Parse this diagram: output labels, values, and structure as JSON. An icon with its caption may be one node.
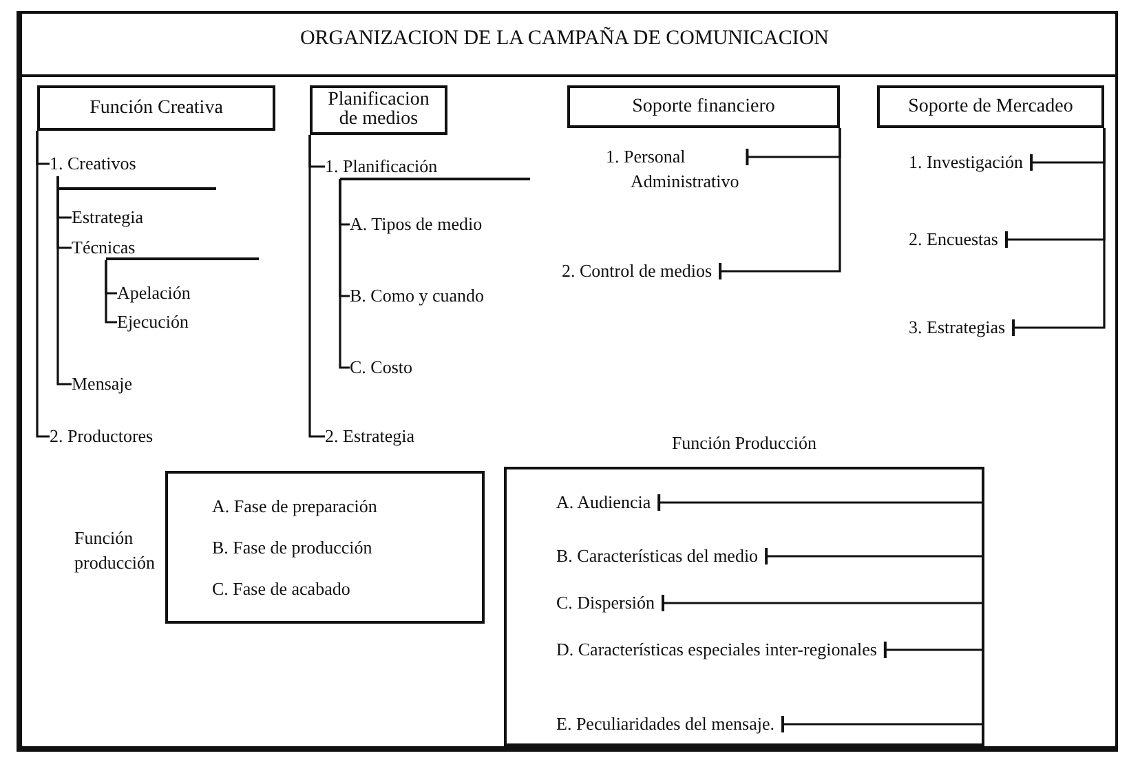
{
  "diagram": {
    "title": "ORGANIZACION DE LA CAMPAÑA DE COMUNICACION",
    "nodes": [
      {
        "text": [
          "Función Creativa"
        ]
      },
      {
        "text": [
          "1. Creativos"
        ]
      },
      {
        "text": [
          "Estrategia"
        ]
      },
      {
        "text": [
          "Técnicas"
        ]
      },
      {
        "text": [
          "Apelación"
        ]
      },
      {
        "text": [
          "Ejecución"
        ]
      },
      {
        "text": [
          "Mensaje"
        ]
      },
      {
        "text": [
          "2. Productores"
        ]
      },
      {
        "text": [
          "Planificacion de medios"
        ]
      },
      {
        "text": [
          "1. Planificación"
        ]
      },
      {
        "text": [
          "A. Tipos de medio"
        ]
      },
      {
        "text": [
          "B. Como y cuando"
        ]
      },
      {
        "text": [
          "C. Costo"
        ]
      },
      {
        "text": [
          "2. Estrategia"
        ]
      },
      {
        "text": [
          "Soporte financiero"
        ]
      },
      {
        "text": [
          "1. Personal Administrativo"
        ]
      },
      {
        "text": [
          "2. Control de medios"
        ]
      },
      {
        "text": [
          "Soporte de Mercadeo"
        ]
      },
      {
        "text": [
          "1. Investigación"
        ]
      },
      {
        "text": [
          "2. Encuestas"
        ]
      },
      {
        "text": [
          "3. Estrategias"
        ]
      },
      {
        "text": [
          "A. Fase de preparación",
          "B. Fase de producción",
          "C. Fase de acabado"
        ],
        "beside": [
          "Función producción"
        ]
      },
      {
        "text": [
          "Función Producción"
        ]
      },
      {
        "text": [
          "A. Audiencia"
        ],
        "in": 22
      },
      {
        "text": [
          "B. Características del medio"
        ],
        "in": 22
      },
      {
        "text": [
          "C. Dispersión"
        ],
        "in": 22
      },
      {
        "text": [
          "D. Características especiales inter-regionales"
        ],
        "in": 22
      },
      {
        "text": [
          "E. Peculiaridades del mensaje."
        ],
        "in": 22
      }
    ],
    "edges": [
      {
        "from": 0,
        "to": 1,
        "arrow": "none"
      },
      {
        "from": 1,
        "to": 2,
        "arrow": "none"
      },
      {
        "from": 1,
        "to": 3,
        "arrow": "none"
      },
      {
        "from": 3,
        "to": 4,
        "arrow": "none"
      },
      {
        "from": 3,
        "to": 5,
        "arrow": "none"
      },
      {
        "from": 1,
        "to": 6,
        "arrow": "none"
      },
      {
        "from": 0,
        "to": 7,
        "arrow": "none"
      },
      {
        "from": 8,
        "to": 9,
        "arrow": "none"
      },
      {
        "from": 9,
        "to": 10,
        "arrow": "none"
      },
      {
        "from": 9,
        "to": 11,
        "arrow": "none"
      },
      {
        "from": 9,
        "to": 12,
        "arrow": "none"
      },
      {
        "from": 8,
        "to": 13,
        "arrow": "none"
      },
      {
        "from": 14,
        "to": 15,
        "arrow": "other"
      },
      {
        "from": 14,
        "to": 16,
        "arrow": "other"
      },
      {
        "from": 17,
        "to": 18,
        "arrow": "other"
      },
      {
        "from": 17,
        "to": 19,
        "arrow": "other"
      },
      {
        "from": 17,
        "to": 20,
        "arrow": "other"
      },
      {
        "from": 22,
        "to": 23,
        "arrow": "other"
      },
      {
        "from": 22,
        "to": 24,
        "arrow": "other"
      },
      {
        "from": 22,
        "to": 25,
        "arrow": "other"
      },
      {
        "from": 22,
        "to": 26,
        "arrow": "other"
      },
      {
        "from": 22,
        "to": 27,
        "arrow": "other"
      }
    ]
  }
}
